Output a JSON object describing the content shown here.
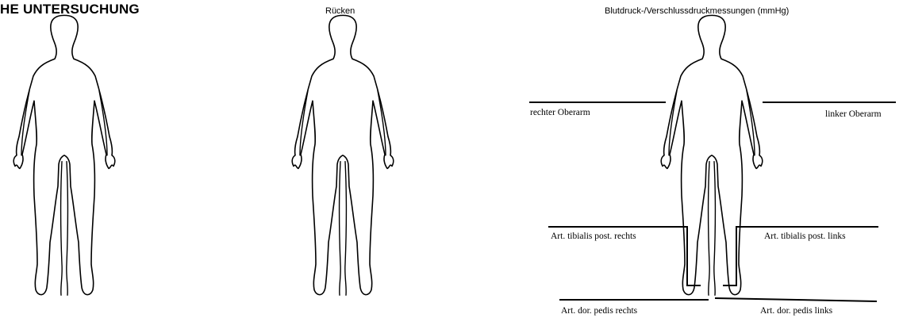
{
  "section_heading": "HE UNTERSUCHUNG",
  "captions": {
    "back": "Rücken",
    "blood_pressure": "Blutdruck-/Verschlussdruckmessungen (mmHg)"
  },
  "measurement_labels": {
    "right_upper_arm": "rechter Oberarm",
    "left_upper_arm": "linker Oberarm",
    "tibialis_right": "Art. tibialis post. rechts",
    "tibialis_left": "Art. tibialis post. links",
    "dorsalis_pedis_right": "Art. dor. pedis rechts",
    "dorsalis_pedis_left": "Art. dor. pedis links"
  }
}
